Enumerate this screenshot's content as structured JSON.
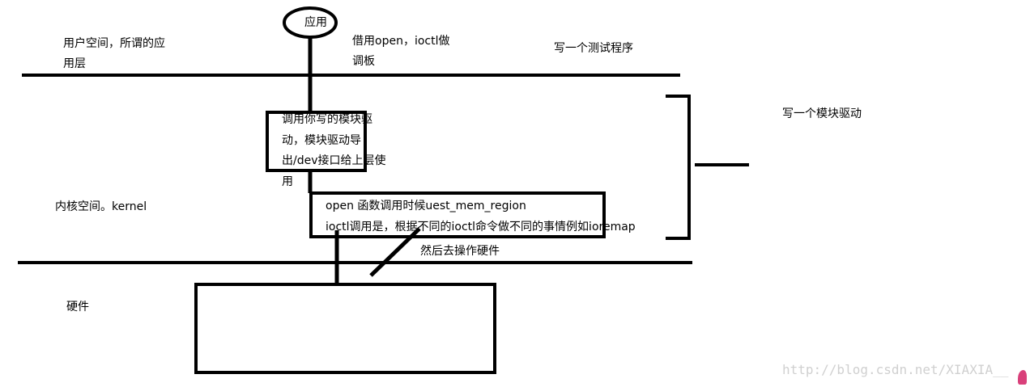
{
  "app_node": "应用",
  "user_space": [
    "用户空间，所谓的应",
    "用层"
  ],
  "borrow": [
    "借用open，ioctl做",
    "调板"
  ],
  "write_test": "写一个测试程序",
  "write_module": "写一个模块驱动",
  "kernel_space": "内核空间。kernel",
  "hardware": "硬件",
  "driver_box": [
    "调用你写的模块驱",
    "动，模块驱动导",
    "出/dev接口给上层使",
    "用"
  ],
  "ops_box": [
    "open 函数调用时候uest_mem_region",
    "ioctl调用是，根据不同的ioctl命令做不同的事情例如ioremap"
  ],
  "then": "然后去操作硬件",
  "watermark": "http://blog.csdn.net/XIAXIA__"
}
